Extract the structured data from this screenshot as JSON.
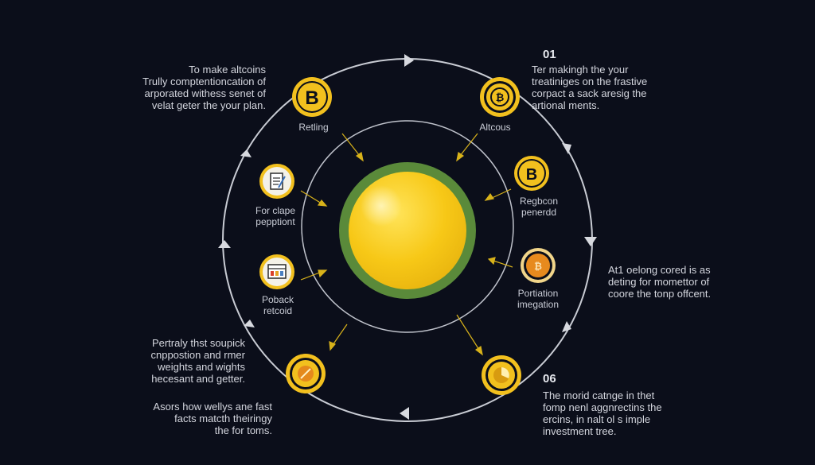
{
  "colors": {
    "background": "#0b0e1a",
    "ring": "#c9ccd4",
    "coin_gold": "#f2c01e",
    "core_green": "#5a8a3a",
    "arrow_gold": "#d8b21a"
  },
  "numbers": {
    "first": "01",
    "sixth": "06"
  },
  "node_labels": {
    "retiling": "Retling",
    "altcous": "Altcous",
    "regbcon": [
      "Regbcon",
      "penerdd"
    ],
    "portiation": [
      "Portiation",
      "imegation"
    ],
    "for_clape": [
      "For clape",
      "pepptiont"
    ],
    "poback": [
      "Poback",
      "retcoid"
    ]
  },
  "text_blocks": {
    "top_left": [
      "To make altcoins",
      "Trully comptentioncation of",
      "arporated withess senet of",
      "velat geter the your plan."
    ],
    "top_right": [
      "Ter makingh the your",
      "treatiniges on the frastive",
      "corpact a sack aresig the",
      "artional ments."
    ],
    "mid_right": [
      "At1 oelong cored is as",
      "deting for momettor of",
      "coore the tonp offcent."
    ],
    "mid_left": [
      "Pertraly thst soupick",
      "cnppostion and rmer",
      "weights and wights",
      "hecesant and getter."
    ],
    "bottom_left": [
      "Asors how wellys ane fast",
      "facts matcth theiringy",
      "the for toms."
    ],
    "bottom_right": [
      "The morid catnge in thet",
      "fomp nenl aggnrectins the",
      "ercins, in nalt ol s imple",
      "investment tree."
    ]
  },
  "icons": {
    "n1": "bitcoin-icon",
    "n2": "bitcoin-icon",
    "n3": "bitcoin-icon",
    "n4": "bitcoin-icon",
    "n5": "pie-chart-icon",
    "n6": "leaf-icon",
    "n7": "dashboard-icon",
    "n8": "clipboard-icon"
  }
}
